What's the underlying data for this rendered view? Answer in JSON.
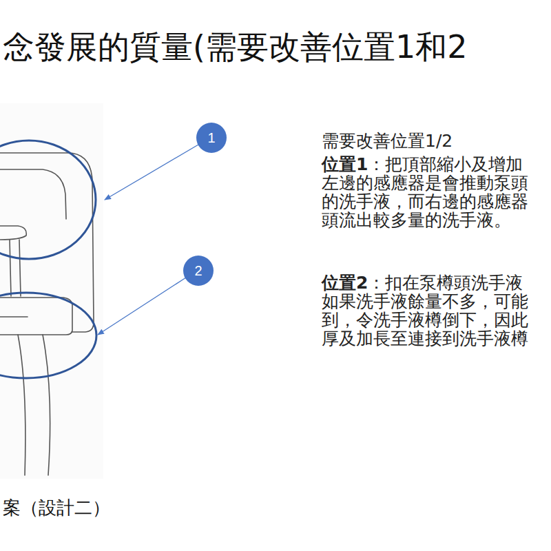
{
  "diagram": {
    "title": "念發展的質量(需要改善位置1和2",
    "caption": "案（設計二）",
    "nodes": [
      {
        "text": [
          "1"
        ]
      },
      {
        "text": [
          "2"
        ]
      }
    ],
    "labels": [
      "需要改善位置1/2",
      "位置1",
      "：把頂部縮小及增加",
      "左邊的感應器是會推動泵頭",
      "的洗手液，而右邊的感應器",
      "頭流出較多量的洗手液。",
      "位置2",
      "：扣在泵樽頭洗手液",
      "如果洗手液餘量不多，可能",
      "到，令洗手液樽倒下，因此",
      "厚及加長至連接到洗手液樽"
    ]
  }
}
